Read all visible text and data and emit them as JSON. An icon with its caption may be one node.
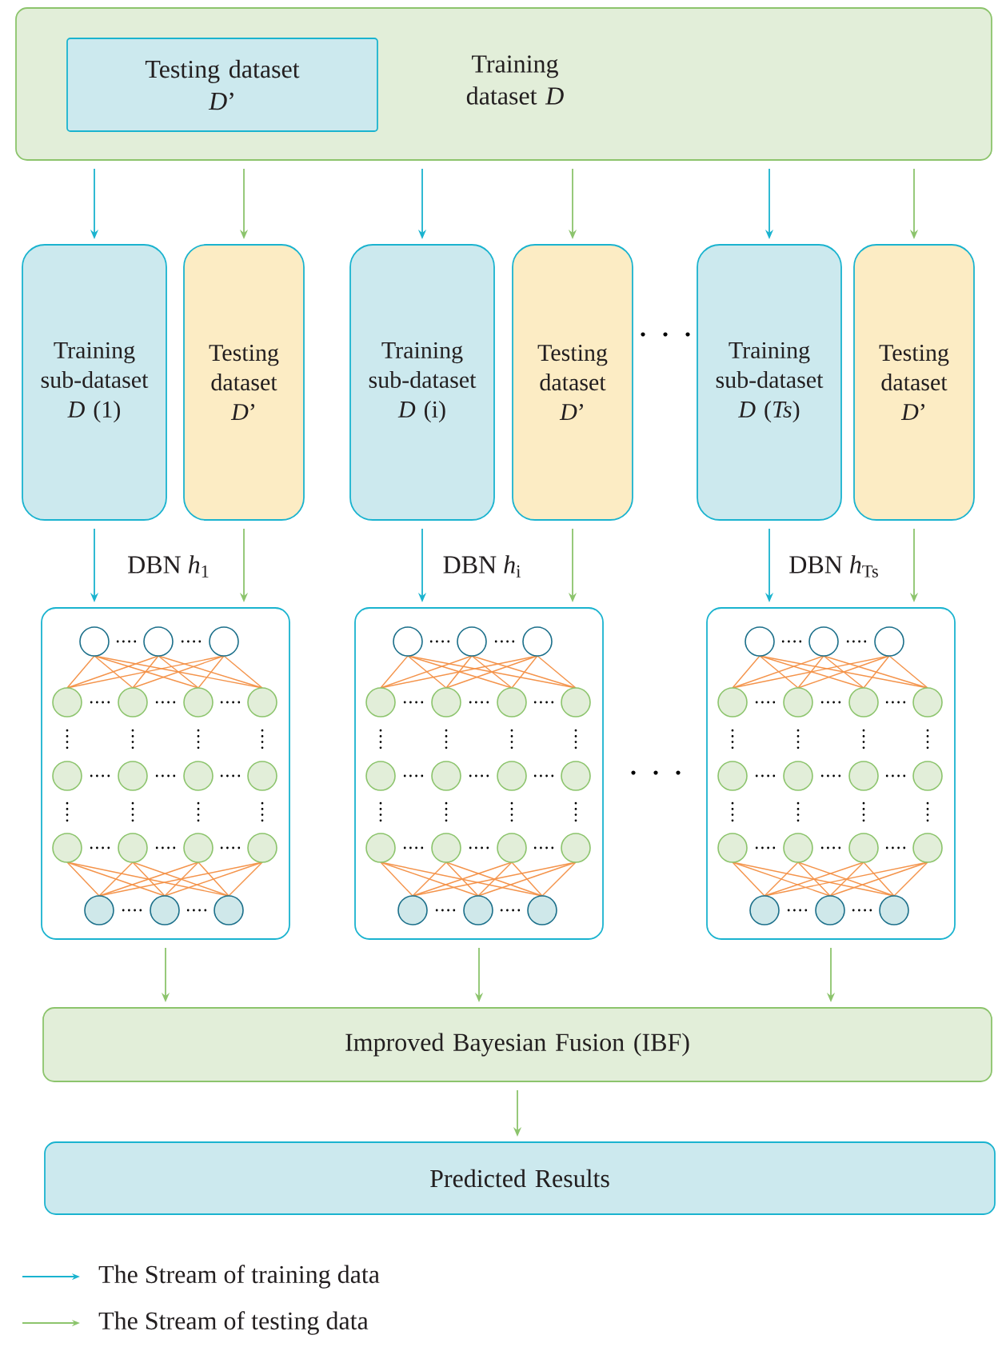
{
  "diagram": {
    "nodes": [
      {
        "text": [
          "Training dataset *D*"
        ]
      },
      {
        "text": [
          "Testing dataset *D*’"
        ],
        "in": 0
      },
      {
        "text": [
          "Training sub-dataset *D* (1)"
        ]
      },
      {
        "text": [
          "Testing dataset *D*’"
        ]
      },
      {
        "text": [
          "Training sub-dataset *D* (i)"
        ]
      },
      {
        "text": [
          "Testing dataset *D*’"
        ]
      },
      {
        "text": [
          "Training sub-dataset *D* (*Ts*)"
        ]
      },
      {
        "text": [
          "Testing dataset *D*’"
        ]
      },
      {
        "text": [],
        "shape": "box",
        "beside": [
          "DBN *h*$_{1}$"
        ]
      },
      {
        "text": [],
        "shape": "box",
        "beside": [
          "DBN *h*$_{i}$"
        ]
      },
      {
        "text": [],
        "shape": "box",
        "beside": [
          "DBN *h*$_{Ts}$"
        ]
      },
      {
        "text": [
          "Improved Bayesian Fusion (IBF)"
        ]
      },
      {
        "text": [
          "Predicted Results"
        ]
      }
    ],
    "edges": [
      {
        "from": 0,
        "to": 2,
        "arrow": "to",
        "color": "#1ab3cf"
      },
      {
        "from": 0,
        "to": 3,
        "arrow": "to"
      },
      {
        "from": 0,
        "to": 4,
        "arrow": "to",
        "color": "#1ab3cf"
      },
      {
        "from": 0,
        "to": 5,
        "arrow": "to"
      },
      {
        "from": 0,
        "to": 6,
        "arrow": "to",
        "color": "#1ab3cf"
      },
      {
        "from": 0,
        "to": 7,
        "arrow": "to"
      },
      {
        "from": 2,
        "to": 8,
        "arrow": "to",
        "color": "#1ab3cf"
      },
      {
        "from": 3,
        "to": 8,
        "arrow": "to"
      },
      {
        "from": 4,
        "to": 9,
        "arrow": "to",
        "color": "#1ab3cf"
      },
      {
        "from": 5,
        "to": 9,
        "arrow": "to"
      },
      {
        "from": 6,
        "to": 10,
        "arrow": "to",
        "color": "#1ab3cf"
      },
      {
        "from": 7,
        "to": 10,
        "arrow": "to"
      },
      {
        "from": 8,
        "to": 11,
        "arrow": "to"
      },
      {
        "from": 9,
        "to": 11,
        "arrow": "to"
      },
      {
        "from": 10,
        "to": 11,
        "arrow": "to"
      },
      {
        "from": 11,
        "to": 12,
        "arrow": "to"
      }
    ],
    "legend": [
      {
        "text": "The Stream of training data"
      },
      {
        "text": "The Stream of testing data"
      }
    ]
  }
}
